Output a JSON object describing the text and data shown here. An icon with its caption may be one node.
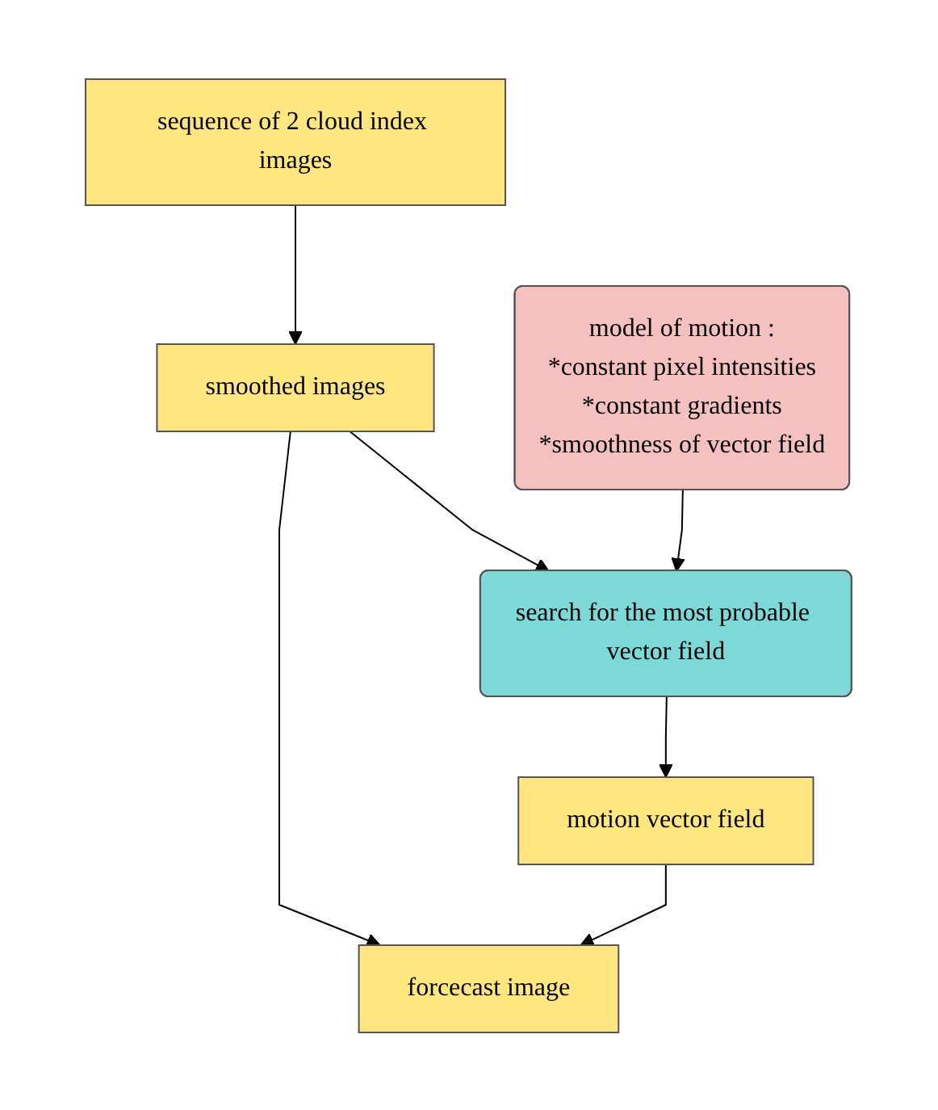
{
  "diagram": {
    "nodes": [
      {
        "text": [
          "sequence of 2 cloud index images"
        ]
      },
      {
        "text": [
          "smoothed images"
        ]
      },
      {
        "text": [
          "model of motion :",
          "*constant pixel intensities",
          "*constant gradients",
          "*smoothness of vector field"
        ]
      },
      {
        "text": [
          "search for the most probable vector field"
        ]
      },
      {
        "text": [
          "motion vector field"
        ]
      },
      {
        "text": [
          "forcecast image"
        ]
      }
    ],
    "edges": [
      {
        "from": 0,
        "to": 1,
        "arrow": "to"
      },
      {
        "from": 1,
        "to": 3,
        "arrow": "to"
      },
      {
        "from": 2,
        "to": 3,
        "arrow": "to"
      },
      {
        "from": 3,
        "to": 4,
        "arrow": "to"
      },
      {
        "from": 4,
        "to": 5,
        "arrow": "to"
      },
      {
        "from": 1,
        "to": 5,
        "arrow": "to"
      }
    ]
  }
}
